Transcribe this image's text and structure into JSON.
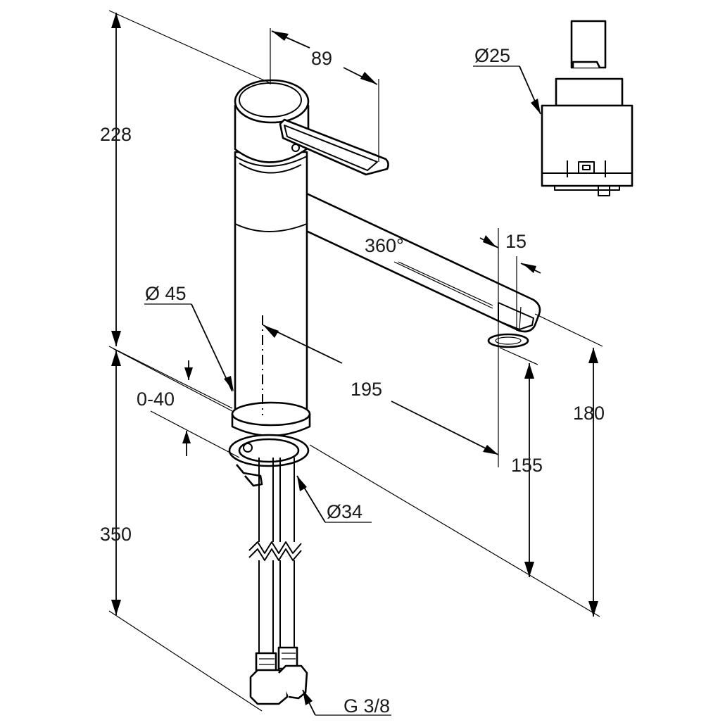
{
  "drawing": {
    "dimensions": {
      "total_height_above_deck": "228",
      "handle_reach": "89",
      "cartridge_diameter": "Ø25",
      "swivel_angle": "360°",
      "spout_width": "15",
      "body_diameter": "Ø 45",
      "adjustment_range": "0-40",
      "spout_reach": "195",
      "outlet_height": "155",
      "spout_height": "180",
      "hose_length": "350",
      "mounting_hole_diameter": "Ø34",
      "connection_thread": "G 3/8"
    }
  }
}
